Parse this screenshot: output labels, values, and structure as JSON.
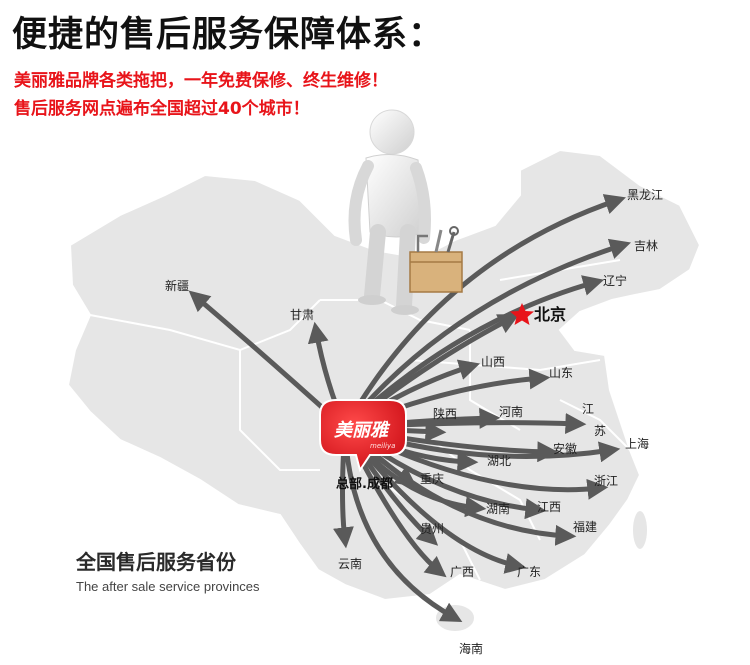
{
  "headline": "便捷的售后服务保障体系：",
  "subheads": [
    "美丽雅品牌各类拖把，一年免费保修、终生维修！",
    "售后服务网点遍布全国超过40个城市！"
  ],
  "brand": {
    "logo_text": "美丽雅",
    "logo_sub": "meiliya",
    "accent_color": "#e8141a"
  },
  "headquarters_label": "总部.成都",
  "capital_label": "北京",
  "provinces": [
    "新疆",
    "甘肃",
    "黑龙江",
    "吉林",
    "辽宁",
    "山西",
    "山东",
    "陕西",
    "河南",
    "江",
    "苏",
    "安徽",
    "上海",
    "湖北",
    "重庆",
    "浙江",
    "湖南",
    "江西",
    "福建",
    "贵州",
    "广西",
    "广东",
    "云南",
    "海南"
  ],
  "caption": {
    "title": "全国售后服务省份",
    "subtitle": "The after sale service provinces"
  },
  "icons": [
    "service-man-figure",
    "toolbox-icon",
    "star-icon",
    "speech-bubble-logo"
  ]
}
